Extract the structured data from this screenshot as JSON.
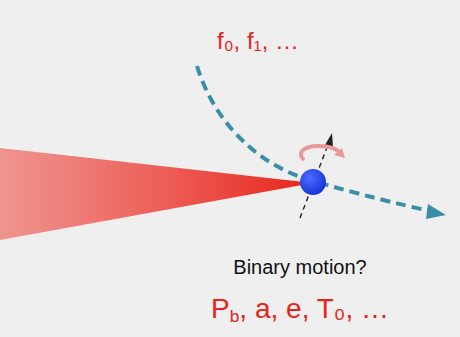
{
  "diagram": {
    "labels": [
      "f₀, f₁, …",
      "Binary motion?",
      "P",
      "b",
      ", a, e, T₀, …"
    ]
  }
}
